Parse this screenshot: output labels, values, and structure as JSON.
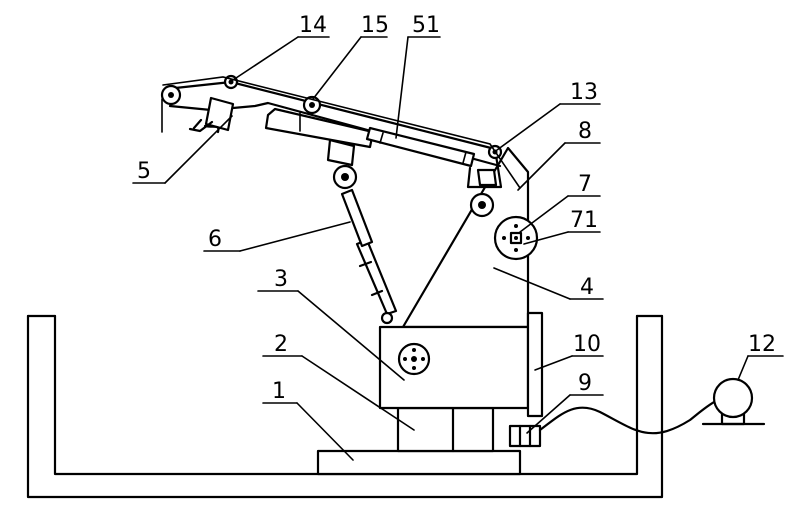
{
  "labels": {
    "l1": "1",
    "l2": "2",
    "l3": "3",
    "l4": "4",
    "l5": "5",
    "l6": "6",
    "l7": "7",
    "l71": "71",
    "l8": "8",
    "l9": "9",
    "l10": "10",
    "l12": "12",
    "l13": "13",
    "l14": "14",
    "l15": "15",
    "l51": "51"
  }
}
